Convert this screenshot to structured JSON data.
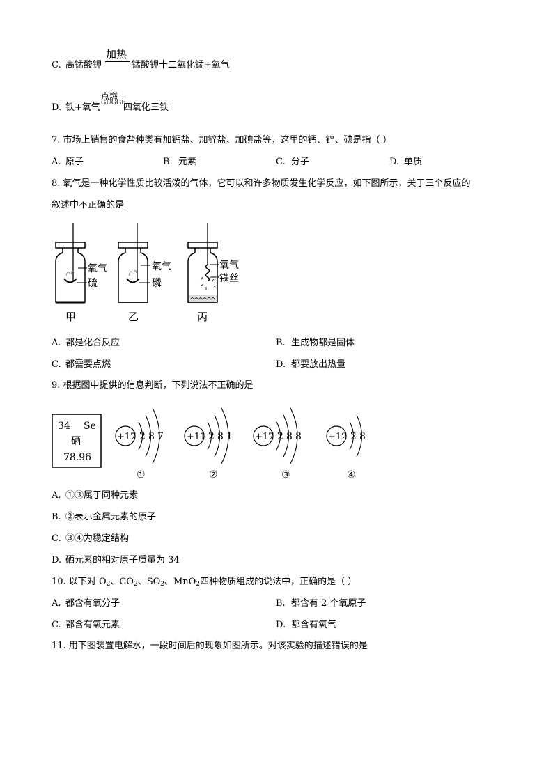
{
  "q6": {
    "optC": {
      "letter": "C.",
      "reactant": "高锰酸钾",
      "condition": "加热",
      "products": "锰酸钾十二氧化锰+氧气"
    },
    "optD": {
      "letter": "D.",
      "reactant": "铁+氧气",
      "condition_top": "点燃",
      "condition_bottom": "GUGGF",
      "product": "四氧化三铁"
    }
  },
  "q7": {
    "stem": "7. 市场上销售的食盐种类有加钙盐、加锌盐、加碘盐等，这里的钙、锌、碘是指（    ）",
    "options": [
      {
        "letter": "A.",
        "text": "原子"
      },
      {
        "letter": "B.",
        "text": "元素"
      },
      {
        "letter": "C.",
        "text": "分子"
      },
      {
        "letter": "D.",
        "text": "单质"
      }
    ]
  },
  "q8": {
    "stem_line1": "8. 氧气是一种化学性质比较活泼的气体，它可以和许多物质发生化学反应，如下图所示，关于三个反应的",
    "stem_line2": "叙述中不正确的是",
    "figure": {
      "jars": [
        {
          "caption": "甲",
          "label_top": "氧气",
          "label_bottom": "硫"
        },
        {
          "caption": "乙",
          "label_top": "氧气",
          "label_bottom": "磷"
        },
        {
          "caption": "丙",
          "label_top": "氧气",
          "label_bottom": "铁丝"
        }
      ]
    },
    "options": [
      {
        "letter": "A.",
        "text": "都是化合反应"
      },
      {
        "letter": "B.",
        "text": "生成物都是固体"
      },
      {
        "letter": "C.",
        "text": "都需要点燃"
      },
      {
        "letter": "D.",
        "text": "都要放出热量"
      }
    ]
  },
  "q9": {
    "stem": "9. 根据图中提供的信息判断，下列说法不正确的是",
    "element_card": {
      "number": "34",
      "symbol": "Se",
      "name": "硒",
      "mass": "78.96"
    },
    "atoms": [
      {
        "nucleus": "+17",
        "shells": [
          "2",
          "8",
          "7"
        ],
        "label": "①"
      },
      {
        "nucleus": "+11",
        "shells": [
          "2",
          "8",
          "1"
        ],
        "label": "②"
      },
      {
        "nucleus": "+17",
        "shells": [
          "2",
          "8",
          "8"
        ],
        "label": "③"
      },
      {
        "nucleus": "+12",
        "shells": [
          "2",
          "8"
        ],
        "label": "④"
      }
    ],
    "options": [
      {
        "letter": "A.",
        "text": "①③属于同种元素"
      },
      {
        "letter": "B.",
        "text": "②表示金属元素的原子"
      },
      {
        "letter": "C.",
        "text": "③④为稳定结构"
      },
      {
        "letter": "D.",
        "text": "硒元素的相对原子质量为 34"
      }
    ]
  },
  "q10": {
    "stem_prefix": "10.  以下对 O",
    "sub2": "2",
    "co2": "、CO",
    "so2": "、SO",
    "mno2": "、MnO",
    "stem_suffix": "四种物质组成的说法中，正确的是（      ）",
    "options": [
      {
        "letter": "A.",
        "text": "都含有氧分子"
      },
      {
        "letter": "B.",
        "text": "都含有 2 个氧原子"
      },
      {
        "letter": "C.",
        "text": "都含有氧元素"
      },
      {
        "letter": "D.",
        "text": "都含有氧气"
      }
    ]
  },
  "q11": {
    "stem": "11.  用下图装置电解水，一段时间后的现象如图所示。对该实验的描述错误的是"
  }
}
